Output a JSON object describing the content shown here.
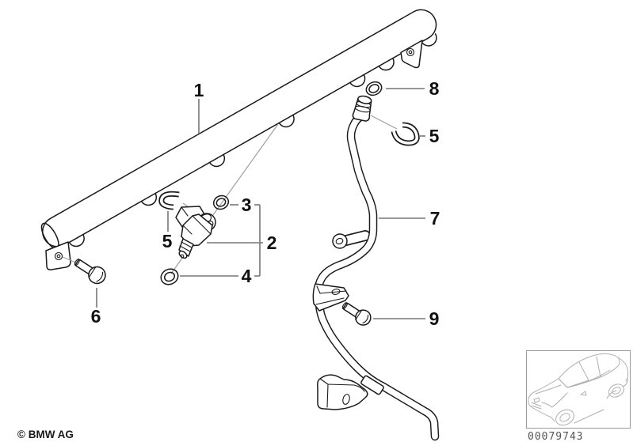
{
  "diagram": {
    "title_hint": "fuel-injector-and-pipe-exploded-diagram",
    "callouts": {
      "rail": "1",
      "injector": "2",
      "oring_top": "3",
      "oring_bottom": "4",
      "clip": "5",
      "bolt_rail": "6",
      "pipe": "7",
      "oring_pipe": "8",
      "bolt_pipe": "9"
    }
  },
  "footer": {
    "copyright": "© BMW AG",
    "part_number": "00079743"
  },
  "colors": {
    "background": "#ffffff",
    "part_outline": "#1a1a1a",
    "leader_line": "#777777",
    "axis_line": "#a0a0a0",
    "car_sketch": "#b0b0b0",
    "label_text": "#111111",
    "part_number_text": "#555555"
  }
}
